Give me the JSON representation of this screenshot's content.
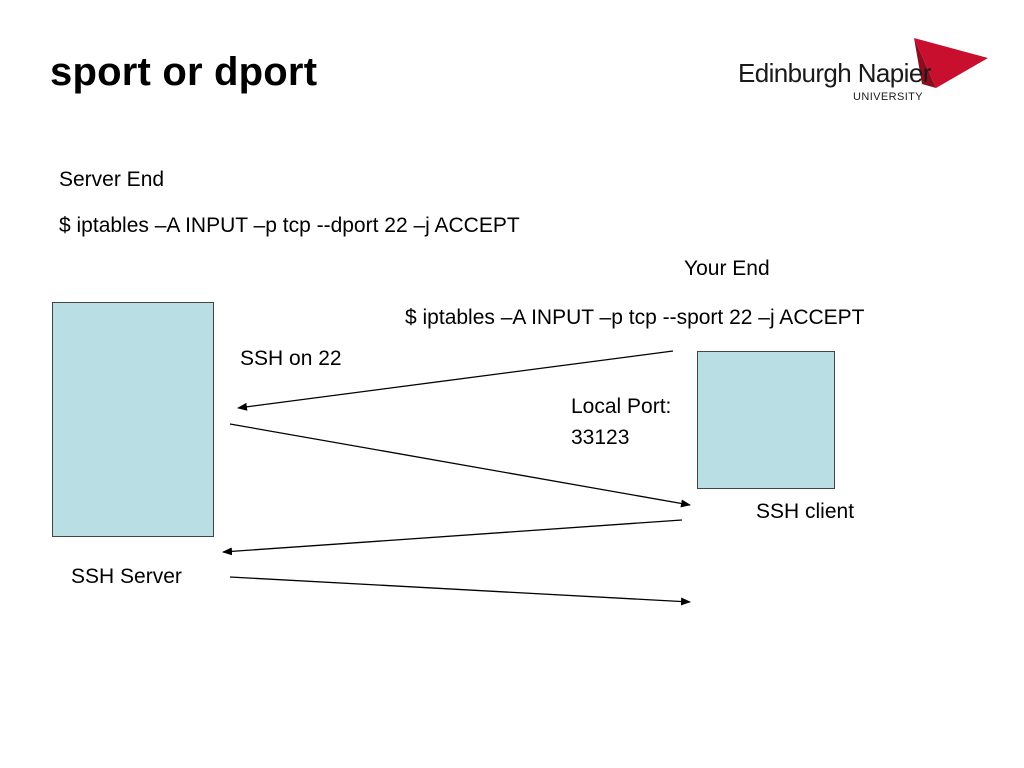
{
  "slide": {
    "title": "sport or dport"
  },
  "logo": {
    "name": "Edinburgh Napier",
    "subtitle": "UNIVERSITY",
    "flag_color": "#c8102e"
  },
  "server_side": {
    "heading": "Server End",
    "command": "$ iptables –A INPUT –p tcp --dport 22 –j ACCEPT",
    "service_label": "SSH on 22",
    "node_label": "SSH Server"
  },
  "client_side": {
    "heading": "Your End",
    "command": "$ iptables –A INPUT –p tcp --sport 22 –j ACCEPT",
    "port_label_line1": "Local Port:",
    "port_label_line2": "33123",
    "node_label": "SSH client"
  },
  "colors": {
    "node_fill": "#b9dfe4",
    "arrow": "#000000"
  }
}
